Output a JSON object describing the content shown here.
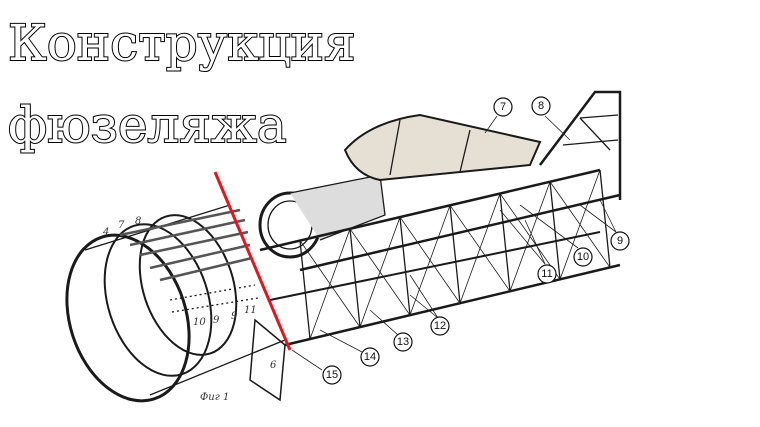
{
  "title": {
    "line1": "Конструкция",
    "line2": "фюзеляжа"
  },
  "figure_caption": "Фиг 1",
  "callouts": [
    "7",
    "8",
    "9",
    "10",
    "11",
    "12",
    "13",
    "14",
    "15"
  ],
  "handwritten_labels": [
    "4",
    "7",
    "8",
    "10",
    "9",
    "9",
    "11",
    "6"
  ],
  "colors": {
    "cut_line": "#e8141b",
    "ink": "#1a1a1a",
    "background": "#ffffff"
  }
}
